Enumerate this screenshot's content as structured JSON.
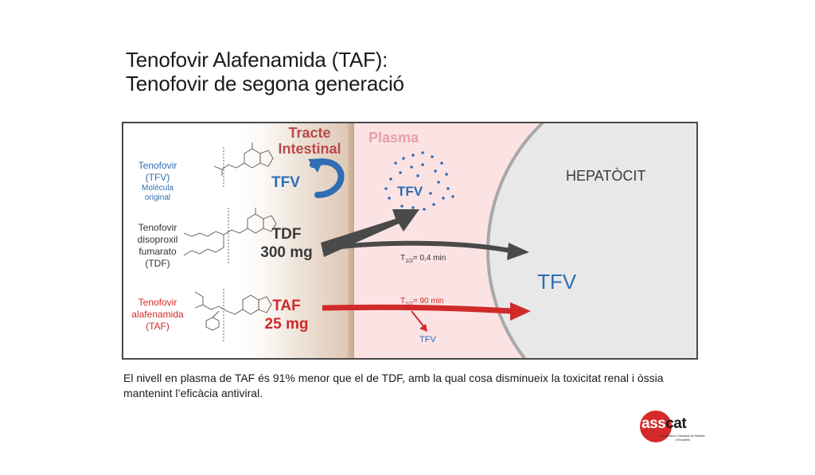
{
  "title": {
    "line1": "Tenofovir Alafenamida (TAF):",
    "line2": "Tenofovir de segona generació"
  },
  "zones": {
    "intestinal_line1": "Tracte",
    "intestinal_line2": "Intestinal",
    "plasma": "Plasma",
    "hepatocyte": "HEPATÒCIT"
  },
  "molecules": {
    "tfv": {
      "name_line1": "Tenofovir",
      "name_line2": "(TFV)",
      "note_line1": "Molècula",
      "note_line2": "original",
      "gut_label": "TFV",
      "color": "#2f6db5"
    },
    "tdf": {
      "name_line1": "Tenofovir",
      "name_line2": "disoproxil",
      "name_line3": "fumarato",
      "name_line4": "(TDF)",
      "dose_line1": "TDF",
      "dose_line2": "300 mg",
      "half_life_prefix": "T",
      "half_life_sub": "1/2",
      "half_life_value": "= 0,4 min",
      "color": "#4a4a4a"
    },
    "taf": {
      "name_line1": "Tenofovir",
      "name_line2": "alafenamida",
      "name_line3": "(TAF)",
      "dose_line1": "TAF",
      "dose_line2": "25 mg",
      "half_life_prefix": "T",
      "half_life_sub": "1/2",
      "half_life_value": "= 90 min",
      "plasma_label": "TFV",
      "color": "#d02a2a"
    }
  },
  "plasma_tfv_label": "TFV",
  "hepatocyte_tfv_label": "TFV",
  "caption": {
    "line1": "El nivell en plasma de TAF és 91% menor que el de TDF, amb la qual cosa disminueix la toxicitat renal i òssia",
    "line2": "mantenint l’eficàcia antiviral."
  },
  "logo": {
    "left": "ass",
    "right": "cat",
    "sub_line1": "Associació Catalana de Malalts",
    "sub_line2": "d'Hepatitis"
  }
}
